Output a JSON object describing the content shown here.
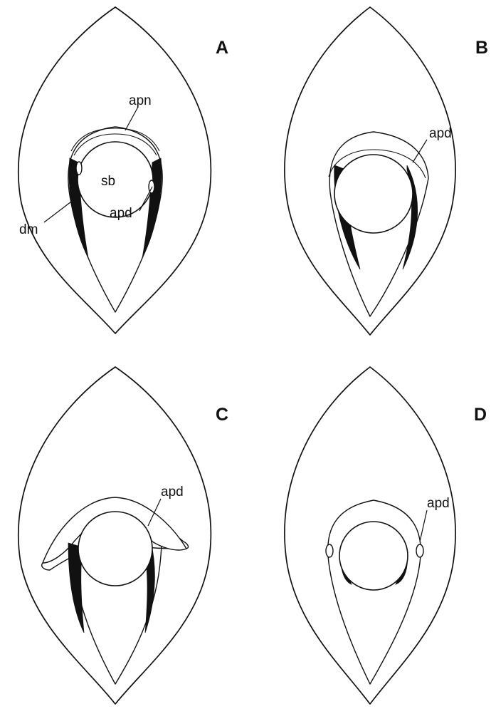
{
  "panels": [
    {
      "letter": "A",
      "labels": {
        "apn": "apn",
        "sb": "sb",
        "dm": "dm",
        "apd": "apd"
      }
    },
    {
      "letter": "B",
      "labels": {
        "apd": "apd"
      }
    },
    {
      "letter": "C",
      "labels": {
        "apd": "apd"
      }
    },
    {
      "letter": "D",
      "labels": {
        "apd": "apd"
      }
    }
  ],
  "colors": {
    "line": "#111111",
    "fill": "#ffffff",
    "muscle": "#111111"
  }
}
